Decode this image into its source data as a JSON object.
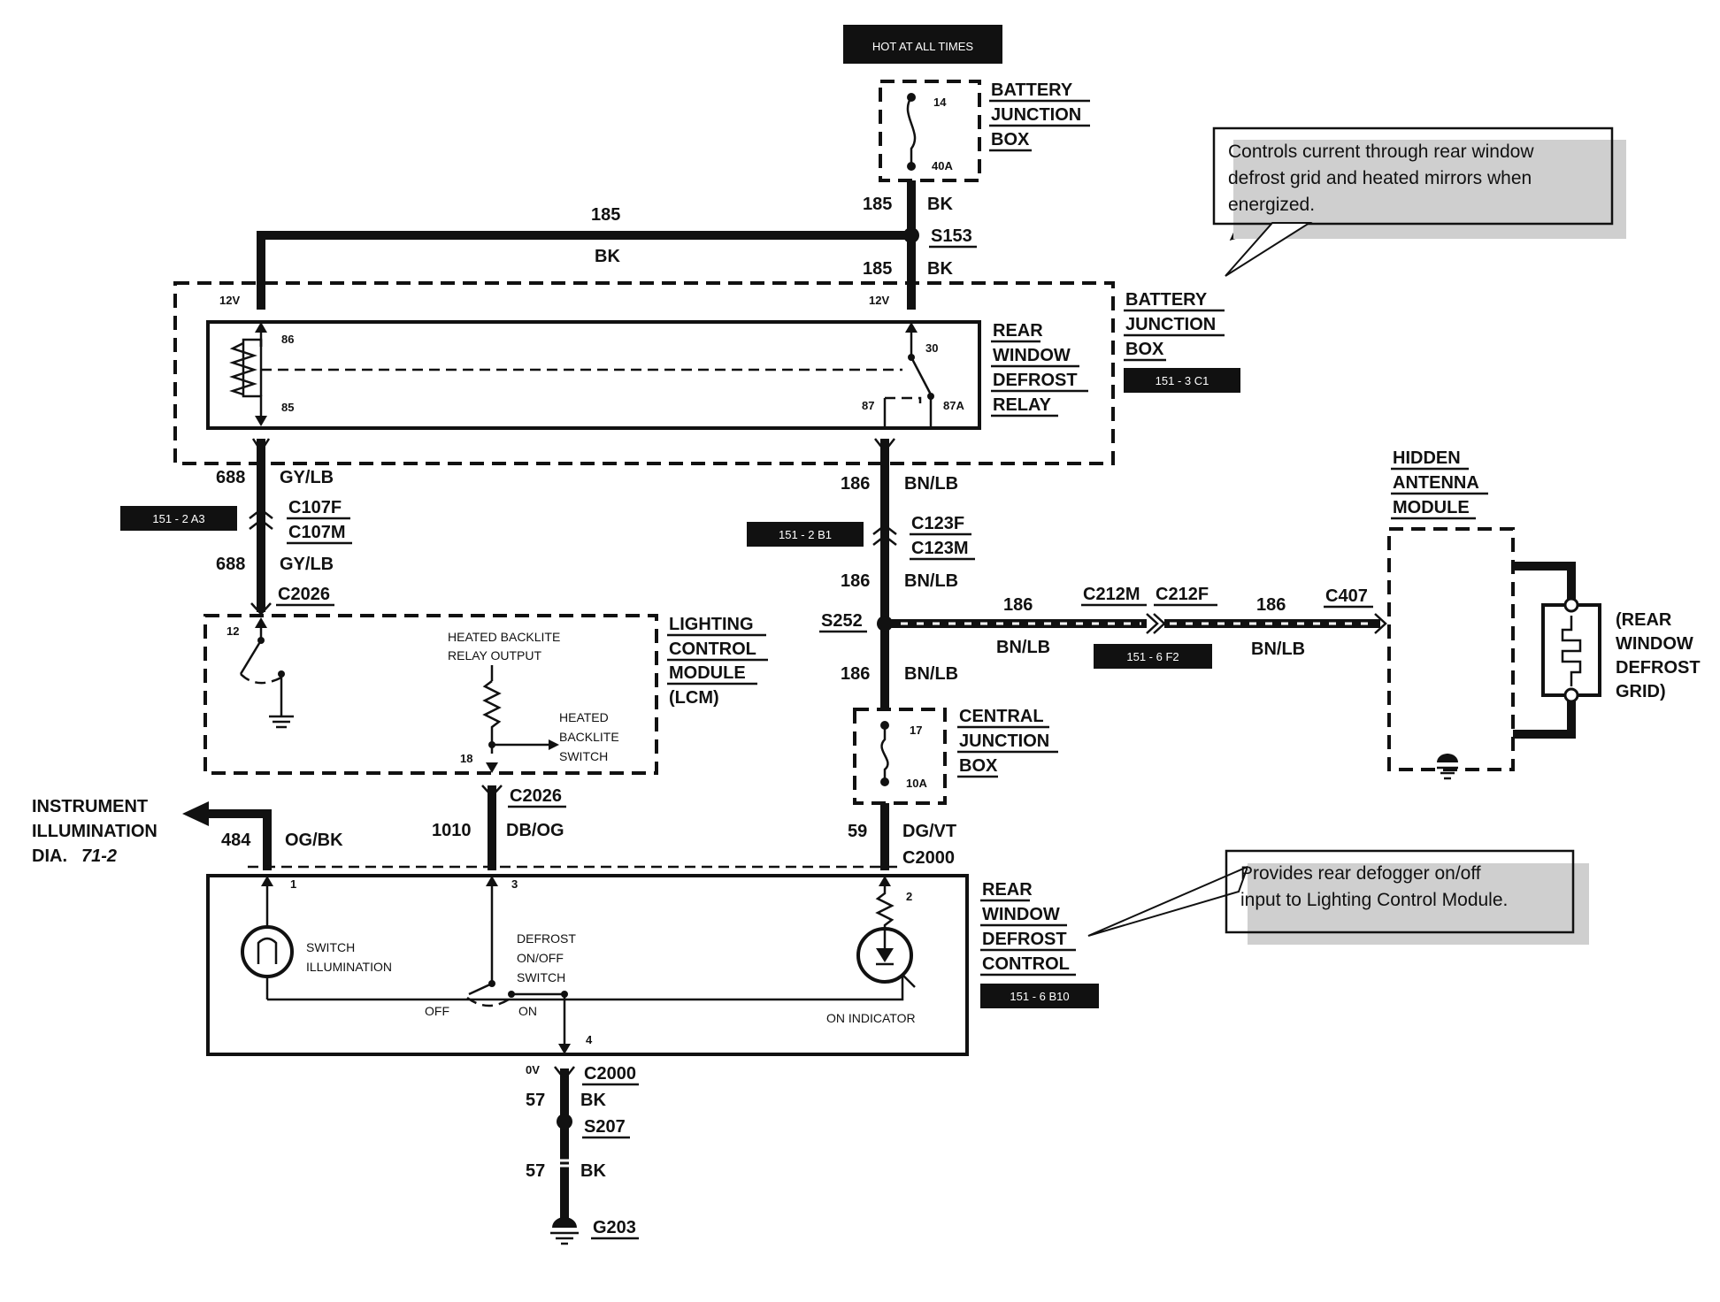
{
  "hot_label": "HOT AT ALL TIMES",
  "battery_jb_top": {
    "line1": "BATTERY",
    "line2": "JUNCTION",
    "line3": "BOX",
    "fuse_num": "14",
    "fuse_rating": "40A"
  },
  "battery_jb_relay": {
    "line1": "BATTERY",
    "line2": "JUNCTION",
    "line3": "BOX",
    "ref": "151 - 3 C1"
  },
  "relay": {
    "line1": "REAR",
    "line2": "WINDOW",
    "line3": "DEFROST",
    "line4": "RELAY",
    "pin86": "86",
    "pin85": "85",
    "pin30": "30",
    "pin87": "87",
    "pin87a": "87A",
    "volt_left": "12V",
    "volt_right": "12V"
  },
  "note_relay": {
    "line1": "Controls current through rear window",
    "line2": "defrost grid and heated mirrors when",
    "line3": "energized."
  },
  "note_control": {
    "line1": "Provides rear defogger on/off",
    "line2": "input to Lighting Control Module."
  },
  "wires": {
    "w185_top_num": "185",
    "w185_top_color": "BK",
    "w185_h_num": "185",
    "w185_h_color": "BK",
    "w185_mid_num": "185",
    "w185_mid_color": "BK",
    "w688_a_num": "688",
    "w688_a_color": "GY/LB",
    "w688_b_num": "688",
    "w688_b_color": "GY/LB",
    "w186_a_num": "186",
    "w186_a_color": "BN/LB",
    "w186_b_num": "186",
    "w186_b_color": "BN/LB",
    "w186_c_num": "186",
    "w186_c_color": "BN/LB",
    "w186_h1_num": "186",
    "w186_h1_color": "BN/LB",
    "w186_h2_num": "186",
    "w186_h2_color": "BN/LB",
    "w484_num": "484",
    "w484_color": "OG/BK",
    "w1010_num": "1010",
    "w1010_color": "DB/OG",
    "w59_num": "59",
    "w59_color": "DG/VT",
    "w57_a_num": "57",
    "w57_a_color": "BK",
    "w57_b_num": "57",
    "w57_b_color": "BK"
  },
  "splices": {
    "s153": "S153",
    "s252": "S252",
    "s207": "S207"
  },
  "connectors": {
    "c107f": "C107F",
    "c107m": "C107M",
    "c2026_top": "C2026",
    "c2026_bot": "C2026",
    "c123f": "C123F",
    "c123m": "C123M",
    "c212m": "C212M",
    "c212f": "C212F",
    "c407": "C407",
    "c2000_top": "C2000",
    "c2000_bot": "C2000"
  },
  "refs": {
    "r_151_2_a3": "151 - 2 A3",
    "r_151_2_b1": "151 - 2 B1",
    "r_151_6_f2": "151 - 6 F2",
    "r_151_6_b10": "151 - 6 B10"
  },
  "lcm": {
    "line1": "LIGHTING",
    "line2": "CONTROL",
    "line3": "MODULE",
    "line4": "(LCM)",
    "pin12": "12",
    "pin18": "18",
    "out1": "HEATED BACKLITE",
    "out2": "RELAY OUTPUT",
    "sw1": "HEATED",
    "sw2": "BACKLITE",
    "sw3": "SWITCH"
  },
  "antenna": {
    "line1": "HIDDEN",
    "line2": "ANTENNA",
    "line3": "MODULE"
  },
  "grid": {
    "line1": "(REAR",
    "line2": "WINDOW",
    "line3": "DEFROST",
    "line4": "GRID)"
  },
  "central_jb": {
    "line1": "CENTRAL",
    "line2": "JUNCTION",
    "line3": "BOX",
    "fuse_num": "17",
    "fuse_rating": "10A"
  },
  "instrument": {
    "line1": "INSTRUMENT",
    "line2": "ILLUMINATION",
    "line3": "DIA.",
    "ref": "71-2"
  },
  "control": {
    "line1": "REAR",
    "line2": "WINDOW",
    "line3": "DEFROST",
    "line4": "CONTROL",
    "pin1": "1",
    "pin2": "2",
    "pin3": "3",
    "pin4": "4",
    "illum1": "SWITCH",
    "illum2": "ILLUMINATION",
    "sw1": "DEFROST",
    "sw2": "ON/OFF",
    "sw3": "SWITCH",
    "off": "OFF",
    "on": "ON",
    "indicator": "ON INDICATOR"
  },
  "ground": {
    "volt": "0V",
    "g203": "G203"
  }
}
